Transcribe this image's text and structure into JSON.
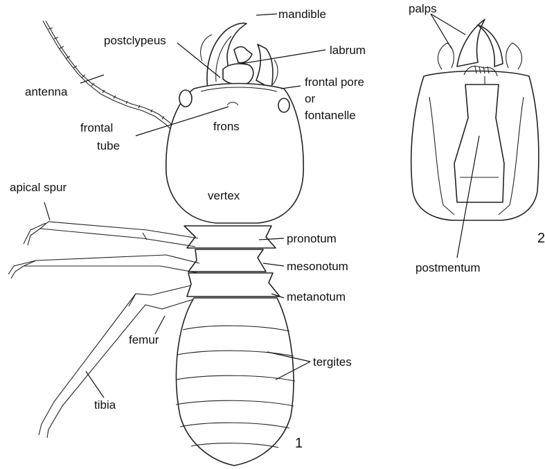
{
  "figure_numbers": {
    "whole_body": "1",
    "head_ventral": "2"
  },
  "labels": {
    "mandible": "mandible",
    "postclypeus": "postclypeus",
    "labrum": "labrum",
    "antenna": "antenna",
    "frontal_pore_line1": "frontal pore",
    "frontal_pore_line2": "or",
    "frontal_pore_line3": "fontanelle",
    "frontal_tube_line1": "frontal",
    "frontal_tube_line2": "tube",
    "frons": "frons",
    "vertex": "vertex",
    "apical_spur": "apical spur",
    "pronotum": "pronotum",
    "mesonotum": "mesonotum",
    "metanotum": "metanotum",
    "femur": "femur",
    "tergites": "tergites",
    "tibia": "tibia",
    "palps": "palps",
    "postmentum": "postmentum"
  },
  "colors": {
    "ink": "#222222",
    "paper": "#ffffff"
  }
}
